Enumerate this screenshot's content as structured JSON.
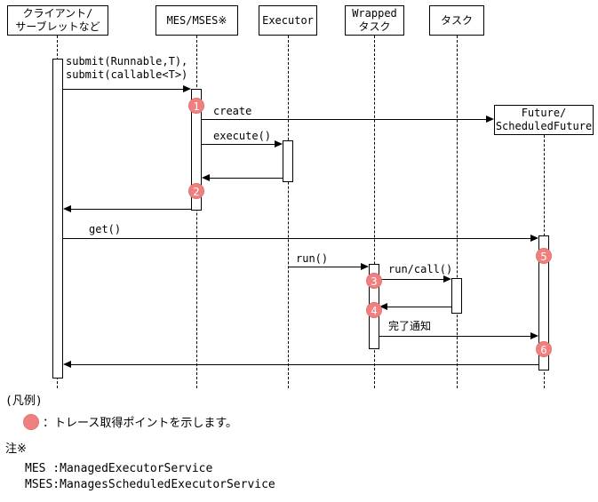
{
  "actors": {
    "client": {
      "line1": "クライアント/",
      "line2": "サーブレットなど"
    },
    "mes": {
      "line1": "MES/MSES※"
    },
    "executor": {
      "line1": "Executor"
    },
    "wrapped": {
      "line1": "Wrapped",
      "line2": "タスク"
    },
    "task": {
      "line1": "タスク"
    },
    "future": {
      "line1": "Future/",
      "line2": "ScheduledFuture"
    }
  },
  "messages": {
    "submit_line1": "submit(Runnable,T),",
    "submit_line2": "submit(callable<T>)",
    "create": "create",
    "execute": "execute()",
    "get": "get()",
    "run": "run()",
    "run_call": "run/call()",
    "completion": "完了通知"
  },
  "trace_points": {
    "p1": "1",
    "p2": "2",
    "p3": "3",
    "p4": "4",
    "p5": "5",
    "p6": "6"
  },
  "legend": {
    "heading": "(凡例)",
    "description": "：トレース取得ポイントを示します。"
  },
  "note": {
    "heading": "注※",
    "line1": "MES :ManagedExecutorService",
    "line2": "MSES:ManagesScheduledExecutorService"
  },
  "colors": {
    "trace_point": "#f08080",
    "line": "#000000",
    "background": "#ffffff"
  }
}
